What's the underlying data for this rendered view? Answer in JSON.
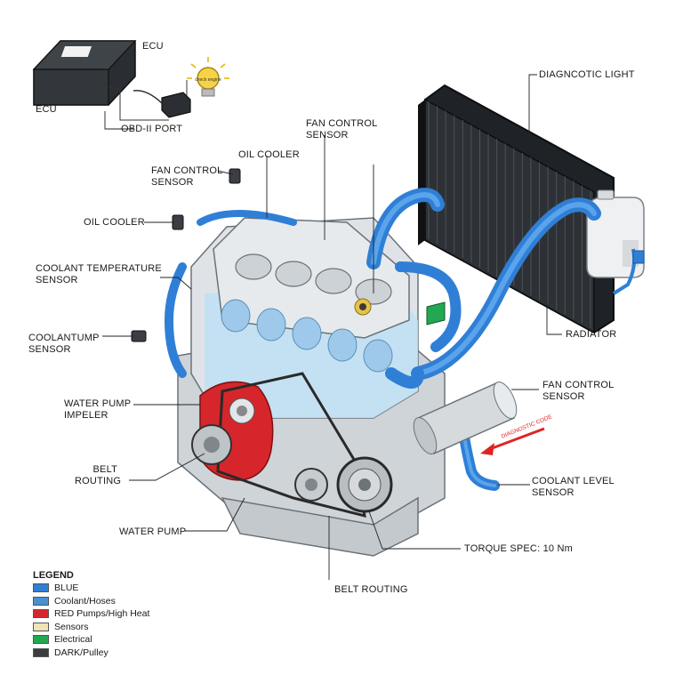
{
  "labels": {
    "ecu": "ECU",
    "ecu_device": "ECU",
    "obd_port": "OBD-II PORT",
    "diag_light": "DIAGNCOTIC LIGHT",
    "fan_sensor_top": "FAN CONTROL\nSENSOR",
    "oil_cooler_top": "OIL COOLER",
    "fan_sensor_left": "FAN CONTROL\nSENSOR",
    "oil_cooler_left": "OIL COOLER",
    "coolant_temp": "COOLANT TEMPERATURE\nSENSOR",
    "coolantump": "COOLANTUMP\nSENSOR",
    "water_pump_impeller": "WATER PUMP\nIMPELER",
    "belt_routing_left": "BELT\nROUTING",
    "water_pump": "WATER PUMP",
    "belt_routing_bottom": "BELT ROUTING",
    "torque_spec": "TORQUE SPEC: 10 Nm",
    "coolant_level": "COOLANT LEVEL\nSENSOR",
    "fan_sensor_right": "FAN CONTROL\nSENSOR",
    "radiator": "RADIATOR",
    "diagnostic_code": "DIAGNOSTIC CODE",
    "bulb_text": "check engine"
  },
  "legend": {
    "title": "LEGEND",
    "items": [
      {
        "label": "BLUE",
        "color": "#2f7fd6"
      },
      {
        "label": "Coolant/Hoses",
        "color": "#4a8fd0"
      },
      {
        "label": "RED Pumps/High Heat",
        "color": "#d6262b"
      },
      {
        "label": "Sensors",
        "color": "#efe4b5"
      },
      {
        "label": "Electrical",
        "color": "#22a852"
      },
      {
        "label": "DARK/Pulley",
        "color": "#3d3d3d"
      }
    ]
  },
  "colors": {
    "hose": "#2f7fd6",
    "pump": "#d6262b",
    "engine": "#dfe3e7",
    "block_tint": "#bfe0f5",
    "radiator": "#2b2e33",
    "arrow": "#e02424"
  }
}
